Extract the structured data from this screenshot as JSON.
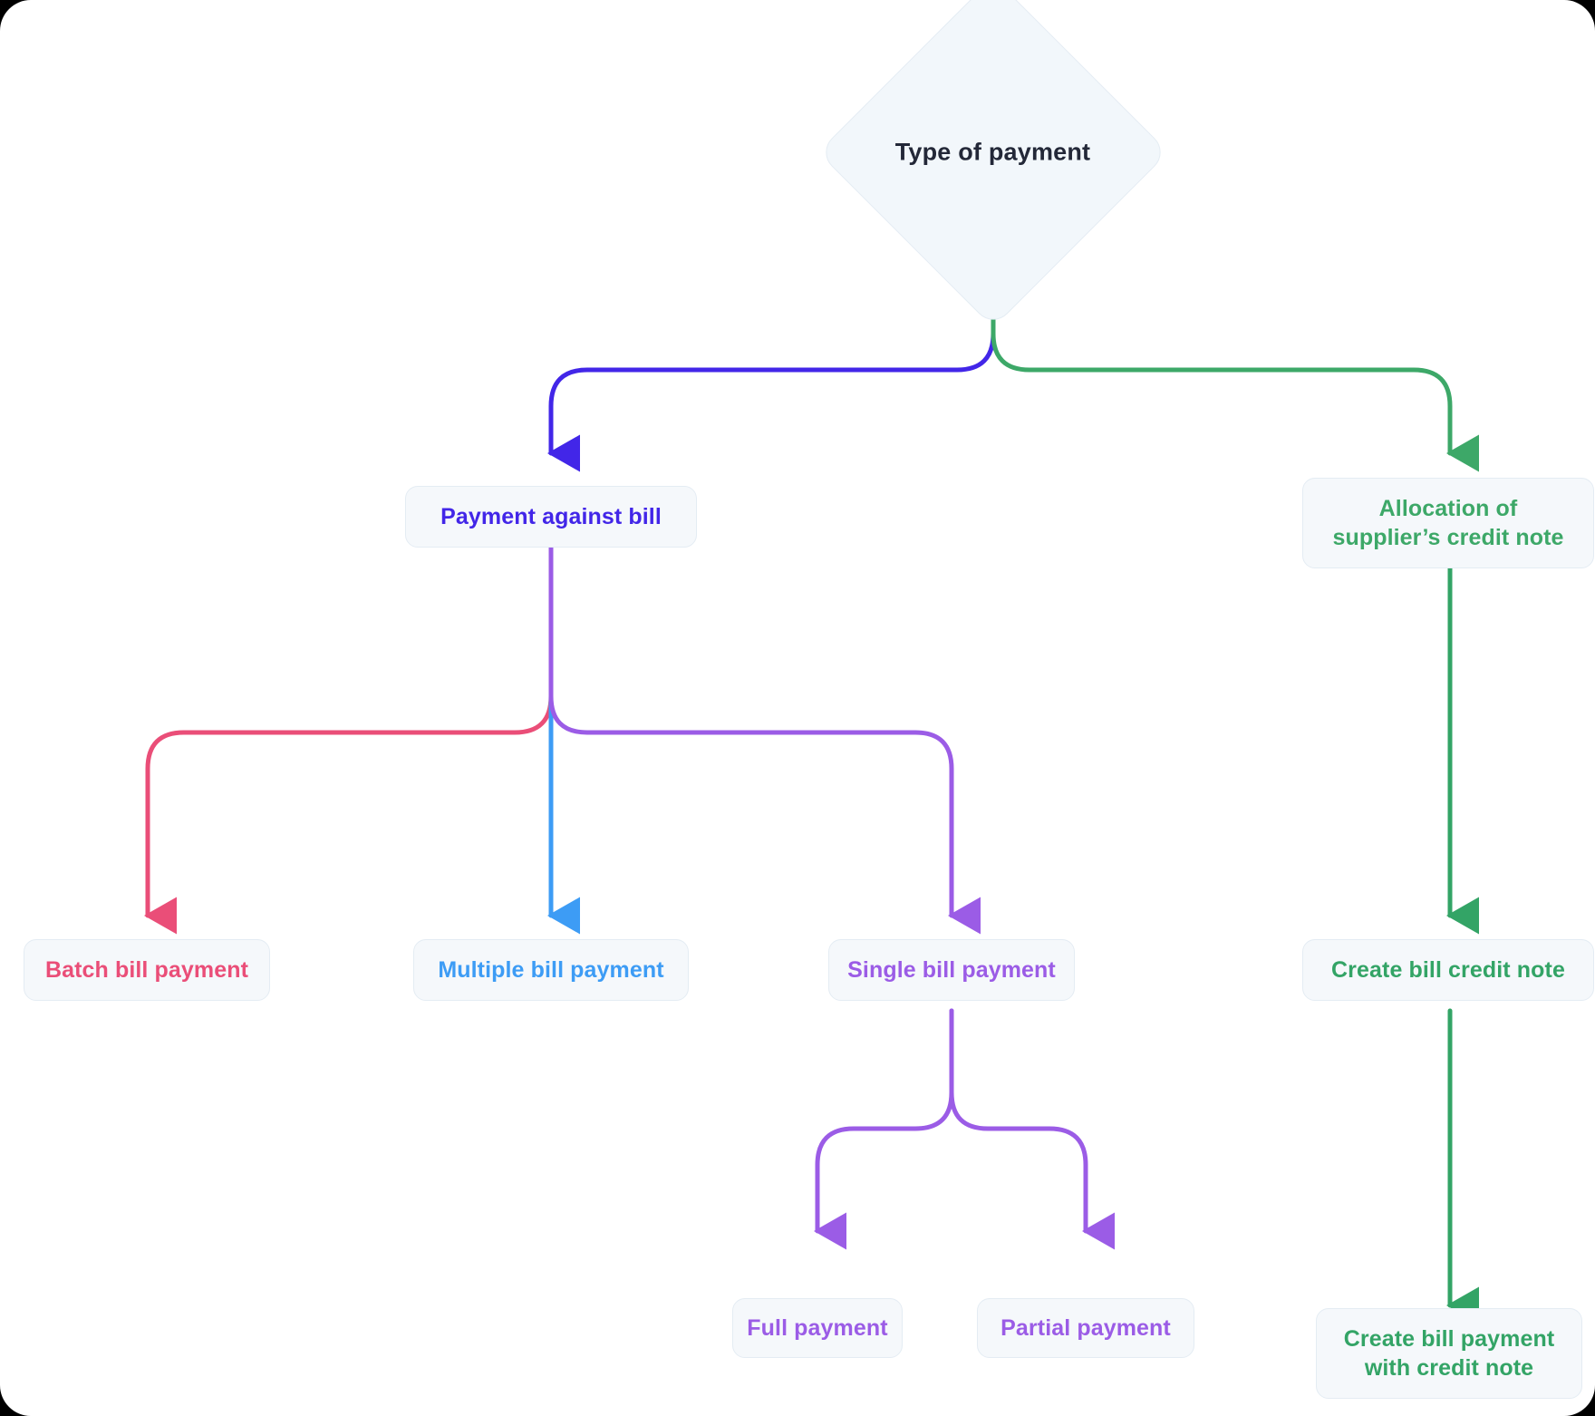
{
  "diagram": {
    "title": "Type of payment",
    "type": "flowchart",
    "root": {
      "id": "type-of-payment",
      "label": "Type of payment",
      "shape": "diamond",
      "text_color": "#232838"
    },
    "nodes": [
      {
        "id": "payment-against-bill",
        "label": "Payment against bill",
        "shape": "rounded-rect",
        "text_color": "#4226e8",
        "level": 2
      },
      {
        "id": "allocation-of-suppliers-credit-note",
        "label": "Allocation of supplier’s credit note",
        "shape": "rounded-rect",
        "text_color": "#3da868",
        "level": 2
      },
      {
        "id": "batch-bill-payment",
        "label": "Batch bill payment",
        "shape": "rounded-rect",
        "text_color": "#ea4e78",
        "level": 3
      },
      {
        "id": "multiple-bill-payment",
        "label": "Multiple bill payment",
        "shape": "rounded-rect",
        "text_color": "#3d9cf5",
        "level": 3
      },
      {
        "id": "single-bill-payment",
        "label": "Single bill payment",
        "shape": "rounded-rect",
        "text_color": "#9b5ce6",
        "level": 3
      },
      {
        "id": "create-bill-credit-note",
        "label": "Create bill credit note",
        "shape": "rounded-rect",
        "text_color": "#33a466",
        "level": 3
      },
      {
        "id": "full-payment",
        "label": "Full payment",
        "shape": "rounded-rect",
        "text_color": "#9b5ce6",
        "level": 4
      },
      {
        "id": "partial-payment",
        "label": "Partial payment",
        "shape": "rounded-rect",
        "text_color": "#9b5ce6",
        "level": 4
      },
      {
        "id": "create-bill-payment-with-credit-note",
        "label": "Create bill payment with credit note",
        "shape": "rounded-rect",
        "text_color": "#33a466",
        "level": 4
      }
    ],
    "edges": [
      {
        "from": "type-of-payment",
        "to": "payment-against-bill",
        "color": "#4226e8"
      },
      {
        "from": "type-of-payment",
        "to": "allocation-of-suppliers-credit-note",
        "color": "#3da868"
      },
      {
        "from": "payment-against-bill",
        "to": "batch-bill-payment",
        "color": "#ea4e78"
      },
      {
        "from": "payment-against-bill",
        "to": "multiple-bill-payment",
        "color": "#3d9cf5"
      },
      {
        "from": "payment-against-bill",
        "to": "single-bill-payment",
        "color": "#9b5ce6"
      },
      {
        "from": "allocation-of-suppliers-credit-note",
        "to": "create-bill-credit-note",
        "color": "#33a466"
      },
      {
        "from": "single-bill-payment",
        "to": "full-payment",
        "color": "#9b5ce6"
      },
      {
        "from": "single-bill-payment",
        "to": "partial-payment",
        "color": "#9b5ce6"
      },
      {
        "from": "create-bill-credit-note",
        "to": "create-bill-payment-with-credit-note",
        "color": "#33a466"
      }
    ],
    "palette": {
      "background": "#ffffff",
      "node_fill": "#f5f8fb",
      "node_border": "#e4ecf3",
      "indigo": "#4226e8",
      "green": "#3da868",
      "pink": "#ea4e78",
      "blue": "#3d9cf5",
      "purple": "#9b5ce6",
      "dark_text": "#232838"
    }
  }
}
